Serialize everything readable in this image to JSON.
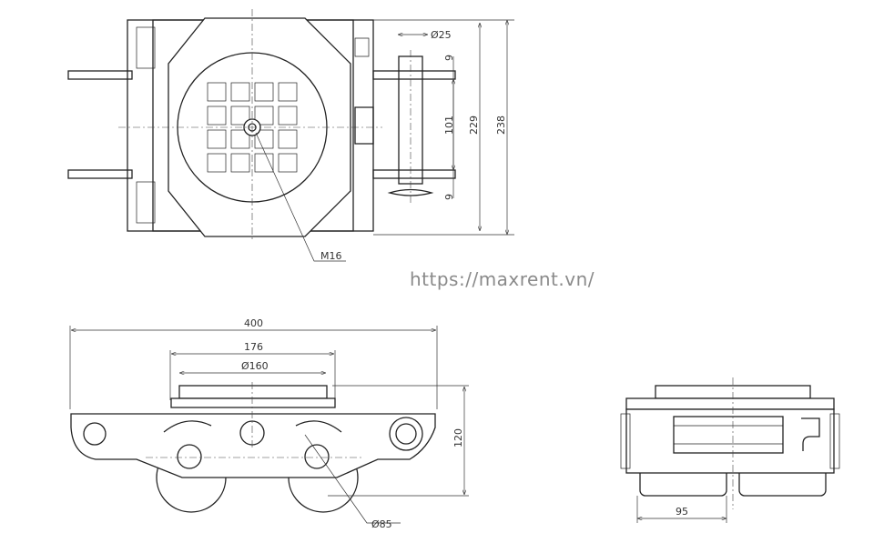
{
  "watermark": "https://maxrent.vn/",
  "top_view": {
    "d_pin": "Ø25",
    "d_9a": "9",
    "d_101": "101",
    "d_9b": "9",
    "d_229": "229",
    "d_238": "238",
    "thread": "M16"
  },
  "side_view": {
    "d_400": "400",
    "d_176": "176",
    "d_160": "Ø160",
    "d_120": "120",
    "d_wheel": "Ø85"
  },
  "end_view": {
    "d_95": "95"
  }
}
